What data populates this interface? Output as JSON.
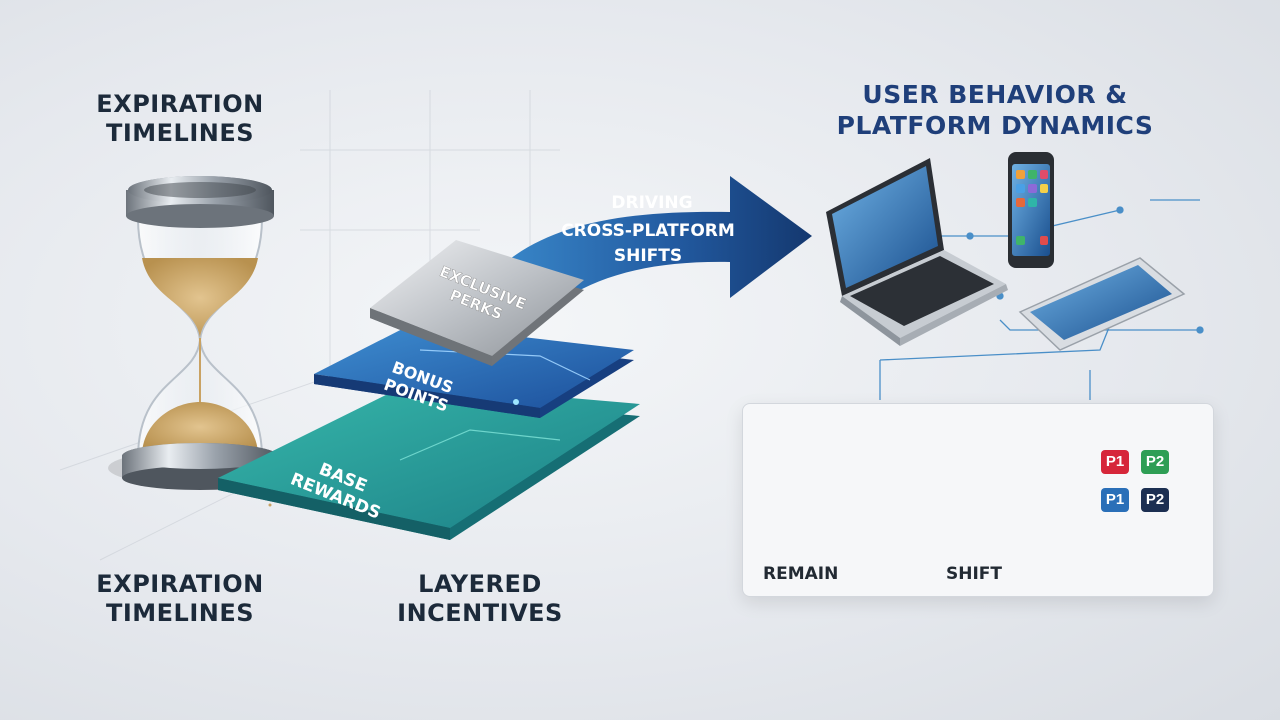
{
  "headings": {
    "top_left": [
      "EXPIRATION",
      "TIMELINES"
    ],
    "bottom_left": [
      "EXPIRATION",
      "TIMELINES"
    ],
    "layered": [
      "LAYERED",
      "INCENTIVES"
    ],
    "user_behavior": [
      "USER BEHAVIOR &",
      "PLATFORM DYNAMICS"
    ]
  },
  "arrow_text": [
    "DRIVING",
    "CROSS-PLATFORM",
    "SHIFTS"
  ],
  "layers": {
    "top": [
      "EXCLUSIVE",
      "PERKS"
    ],
    "middle": [
      "BONUS",
      "POINTS"
    ],
    "bottom": [
      "BASE",
      "REWARDS"
    ]
  },
  "panel": {
    "remain_label": "REMAIN",
    "shift_label": "SHIFT",
    "badges": [
      "P1",
      "P2",
      "P1",
      "P2"
    ]
  },
  "colors": {
    "navy": "#1f3f7a",
    "teal": "#23a6a0",
    "blue": "#2a6fb8",
    "red": "#d6263a",
    "green": "#2e9e55"
  },
  "icons": [
    "hourglass-icon",
    "laptop-icon",
    "smartphone-icon",
    "tablet-icon",
    "person-icon",
    "runner-icon",
    "growth-chart-icon"
  ]
}
